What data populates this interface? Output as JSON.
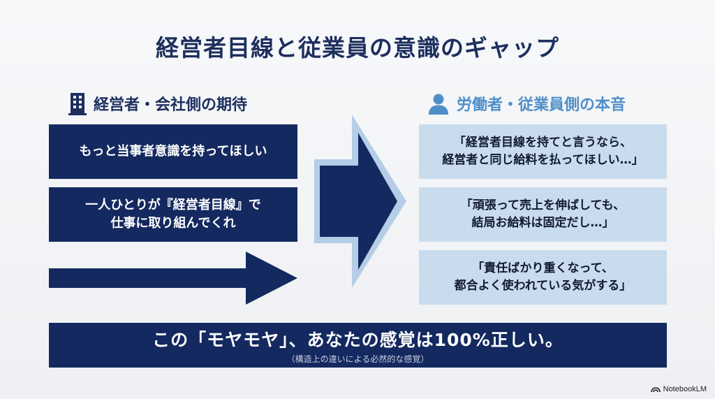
{
  "title": "経営者目線と従業員の意識のギャップ",
  "left": {
    "heading": "経営者・会社側の期待",
    "icon": "building-icon",
    "items": [
      {
        "line1": "もっと当事者意識を持ってほしい",
        "line2": ""
      },
      {
        "line1": "一人ひとりが『経営者目線』で",
        "line2": "仕事に取り組んでくれ"
      }
    ]
  },
  "right": {
    "heading": "労働者・従業員側の本音",
    "icon": "person-icon",
    "items": [
      {
        "line1": "「経営者目線を持てと言うなら、",
        "line2": "経営者と同じ給料を払ってほしい…」"
      },
      {
        "line1": "「頑張って売上を伸ばしても、",
        "line2": "結局お給料は固定だし…」"
      },
      {
        "line1": "「責任ばかり重くなって、",
        "line2": "都合よく使われている気がする」"
      }
    ]
  },
  "banner": {
    "main": "この「モヤモヤ」、あなたの感覚は100%正しい。",
    "sub": "（構造上の違いによる必然的な感覚）"
  },
  "brand": {
    "label": "NotebookLM",
    "icon": "notebooklm-icon"
  },
  "colors": {
    "navy": "#14295f",
    "light_blue": "#c9dcee",
    "accent_blue": "#4f8fc9",
    "arrow_outline": "#b5cde6"
  }
}
